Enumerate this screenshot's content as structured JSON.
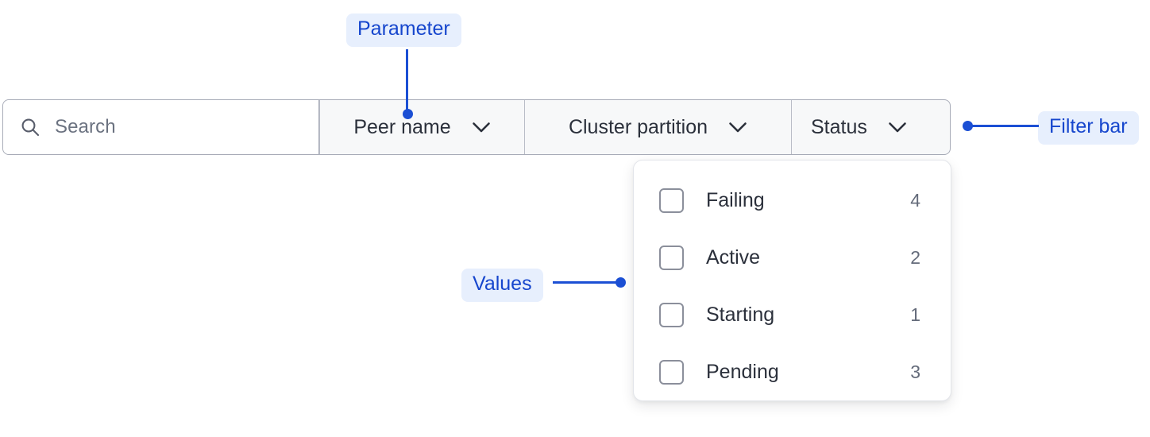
{
  "filter_bar": {
    "search": {
      "icon": "search-icon",
      "placeholder": "Search",
      "value": ""
    },
    "segments": [
      {
        "label": "Peer name",
        "icon": "chevron-down-icon",
        "expanded": false
      },
      {
        "label": "Cluster partition",
        "icon": "chevron-down-icon",
        "expanded": false
      },
      {
        "label": "Status",
        "icon": "chevron-down-icon",
        "expanded": true
      }
    ]
  },
  "status_dropdown": {
    "options": [
      {
        "label": "Failing",
        "count": "4",
        "checked": false
      },
      {
        "label": "Active",
        "count": "2",
        "checked": false
      },
      {
        "label": "Starting",
        "count": "1",
        "checked": false
      },
      {
        "label": "Pending",
        "count": "3",
        "checked": false
      }
    ]
  },
  "annotations": [
    {
      "label": "Parameter",
      "target": "peer-name-segment"
    },
    {
      "label": "Values",
      "target": "status-dropdown"
    },
    {
      "label": "Filter bar",
      "target": "filter-bar"
    }
  ],
  "colors": {
    "annotation_text": "#1646cd",
    "annotation_pill_bg": "#e7effd",
    "annotation_line": "#1b4fd4",
    "bar_border": "#a8acb8",
    "segment_bg": "#f7f8f9",
    "text_primary": "#2b303b",
    "text_muted": "#646b7a",
    "placeholder": "#6b7280"
  }
}
